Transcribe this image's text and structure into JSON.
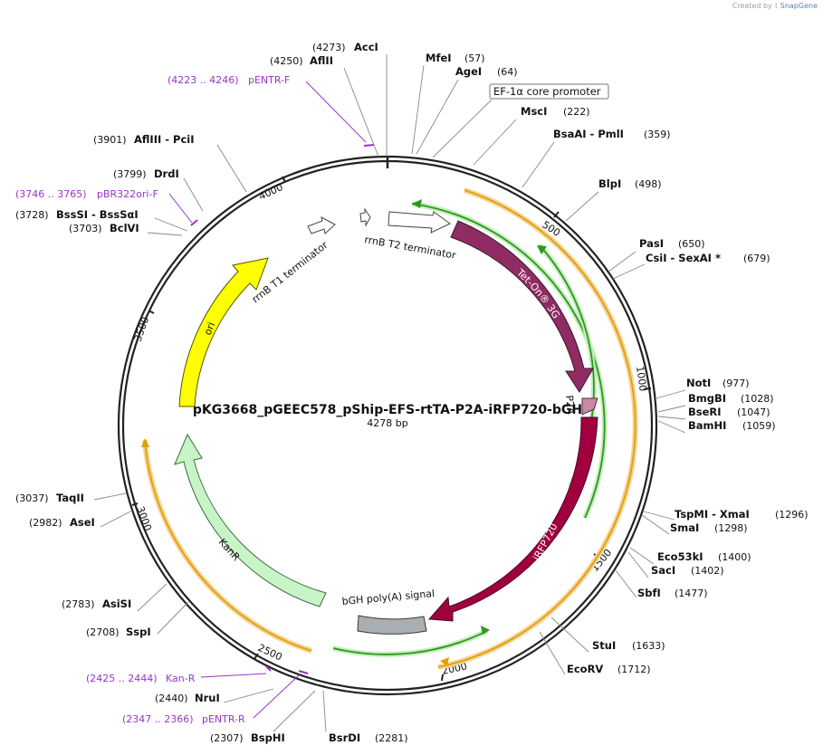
{
  "credit": {
    "prefix": "Created by",
    "brand": "SnapGene"
  },
  "plasmid": {
    "name": "pKG3668_pGEEC578_pShip-EFS-rtTA-P2A-iRFP720-bGH",
    "length_label": "4278 bp"
  },
  "ticks": [
    "500",
    "1000",
    "1500",
    "2000",
    "2500",
    "3000",
    "3500",
    "4000"
  ],
  "sites": [
    {
      "name": "AccI",
      "pos": "(4273)"
    },
    {
      "name": "AflII",
      "pos": "(4250)"
    },
    {
      "name": "MfeI",
      "pos": "(57)"
    },
    {
      "name": "AgeI",
      "pos": "(64)"
    },
    {
      "name": "MscI",
      "pos": "(222)"
    },
    {
      "name": "BsaAI  - PmlI",
      "pos": "(359)"
    },
    {
      "name": "BlpI",
      "pos": "(498)"
    },
    {
      "name": "PasI",
      "pos": "(650)"
    },
    {
      "name": "CsiI  - SexAI *",
      "pos": "(679)"
    },
    {
      "name": "NotI",
      "pos": "(977)"
    },
    {
      "name": "BmgBI",
      "pos": "(1028)"
    },
    {
      "name": "BseRI",
      "pos": "(1047)"
    },
    {
      "name": "BamHI",
      "pos": "(1059)"
    },
    {
      "name": "TspMI  - XmaI",
      "pos": "(1296)"
    },
    {
      "name": "SmaI",
      "pos": "(1298)"
    },
    {
      "name": "Eco53kI",
      "pos": "(1400)"
    },
    {
      "name": "SacI",
      "pos": "(1402)"
    },
    {
      "name": "SbfI",
      "pos": "(1477)"
    },
    {
      "name": "StuI",
      "pos": "(1633)"
    },
    {
      "name": "EcoRV",
      "pos": "(1712)"
    },
    {
      "name": "BsrDI",
      "pos": "(2281)"
    },
    {
      "name": "BspHI",
      "pos": "(2307)"
    },
    {
      "name": "NruI",
      "pos": "(2440)"
    },
    {
      "name": "SspI",
      "pos": "(2708)"
    },
    {
      "name": "AsiSI",
      "pos": "(2783)"
    },
    {
      "name": "AseI",
      "pos": "(2982)"
    },
    {
      "name": "TaqII",
      "pos": "(3037)"
    },
    {
      "name": "BclVI",
      "pos": "(3703)"
    },
    {
      "name": "BssSI  - BssSαI",
      "pos": "(3728)"
    },
    {
      "name": "DrdI",
      "pos": "(3799)"
    },
    {
      "name": "AflIII  - PciI",
      "pos": "(3901)"
    }
  ],
  "primers": [
    {
      "range": "(4223 .. 4246)",
      "name": "pENTR-F"
    },
    {
      "range": "(3746 .. 3765)",
      "name": "pBR322ori-F"
    },
    {
      "range": "(2425 .. 2444)",
      "name": "Kan-R"
    },
    {
      "range": "(2347 .. 2366)",
      "name": "pENTR-R"
    }
  ],
  "features": {
    "promoter_box": "EF-1α core promoter",
    "tet_on": "Tet-On® 3G",
    "p2a": "P2A",
    "irfp": "iRFP720",
    "bgh": "bGH poly(A) signal",
    "kanr": "KanR",
    "ori": "ori",
    "rrnb_t1": "rrnB T1 terminator",
    "rrnb_t2": "rrnB T2 terminator"
  },
  "colors": {
    "tet_on": "#8e2c63",
    "irfp": "#a0003f",
    "p2a": "#c98aa6",
    "bgh": "#a9aeb3",
    "kanr": "#c8f5c8",
    "ori": "#ffff00",
    "primer": "#9a34c9",
    "orange_line": "#e0a000",
    "green_line": "#2a9a18"
  }
}
